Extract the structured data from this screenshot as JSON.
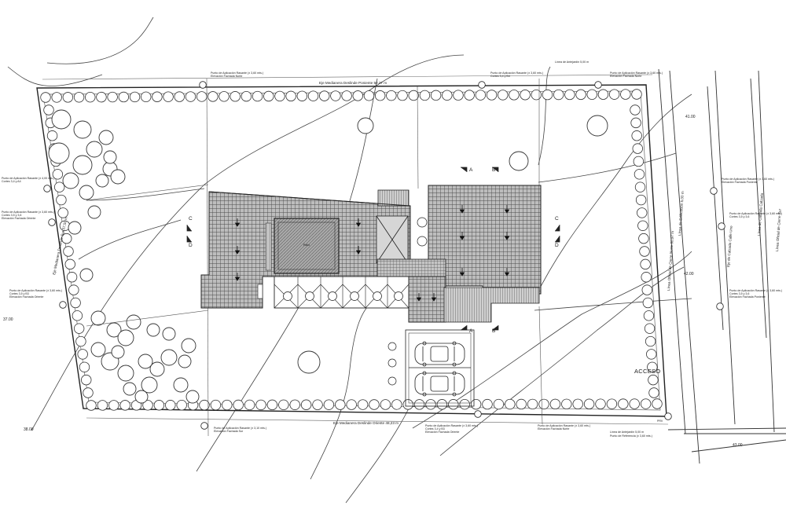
{
  "labels": {
    "axis_north": "Eje Medianera Deslinde Poniente 50,27 m",
    "axis_south": "Eje Medianera Deslinde Oriente 48,23 m",
    "axis_west": "Eje Medianera Deslinde Sur 37,50 m",
    "axis_east": "Línea Oficial de Cierre Norte 30,97 m",
    "street_1": "Línea de Edificación 5,00 m",
    "street_2": "Eje de Calzada Calle Uno",
    "street_3": "Línea de Calzada Calzada",
    "street_4": "Línea Oficial de Cierre Sur",
    "street_label": "Línea de Edificación 5,00 m",
    "acceso": "ACCESO",
    "courtyard": "Patio",
    "prv": "PRV"
  },
  "notes": {
    "nw_top": "Punto de Aplicación Rasante (± 3,60 mts.)",
    "nw_top_2": "Elevación Fachada Norte",
    "n_mid": "Punto de Aplicación Rasante (± 3,60 mts.)",
    "n_mid_2": "Cortes 3,4 y B4",
    "ne_top": "Línea de Antejardín 5,00 m",
    "ne_top_2": "Punto de Aplicación Rasante (± 3,60 mts.)",
    "ne_top_3": "Elevación Fachada Norte",
    "w1": "Punto de Aplicación Rasante (± 4,00 mts.)",
    "w1_2": "Cortes 3,4 y A4",
    "w2": "Punto de Aplicación Rasante (± 3,60 mts.)",
    "w2_2": "Cortes 3,5 y 3,6",
    "w2_3": "Elevación Fachada Oriente",
    "w3": "Punto de Aplicación Rasante (± 3,60 mts.)",
    "w3_2": "Cortes 3,5 y B3",
    "w3_3": "Elevación Fachada Oriente",
    "e1": "Punto de Aplicación Rasante (± 3,60 mts.)",
    "e1_2": "Elevación Fachada Poniente",
    "e2": "Punto de Aplicación Rasante (± 3,60 mts.)",
    "e2_2": "Cortes 3,5 y 3,6",
    "e3": "Punto de Aplicación Rasante (± 3,60 mts.)",
    "e3_2": "Cortes 3,5 y 3,6",
    "e3_3": "Elevación Fachada Poniente",
    "s1": "Punto de Aplicación Rasante (± 3,10 mts.)",
    "s1_2": "Elevación Fachada Sur",
    "s2": "Punto de Aplicación Rasante (± 3,60 mts.)",
    "s2_2": "Cortes 3,4 y B3",
    "s2_3": "Elevación Fachada Oriente",
    "s3": "Punto de Aplicación Rasante (± 3,60 mts.)",
    "s3_2": "Elevación Fachada Norte",
    "s4": "Línea de Antejardín 5,00 m",
    "s4_2": "Punto de Referencia (± 3,60 mts.)"
  },
  "dimensions": {
    "d_37": "37.00",
    "d_38": "38.00",
    "d_41": "41.00",
    "d_42": "42.00",
    "d_43": "43.00"
  },
  "sections": {
    "a": "A",
    "b": "B",
    "c": "C",
    "d": "D"
  }
}
